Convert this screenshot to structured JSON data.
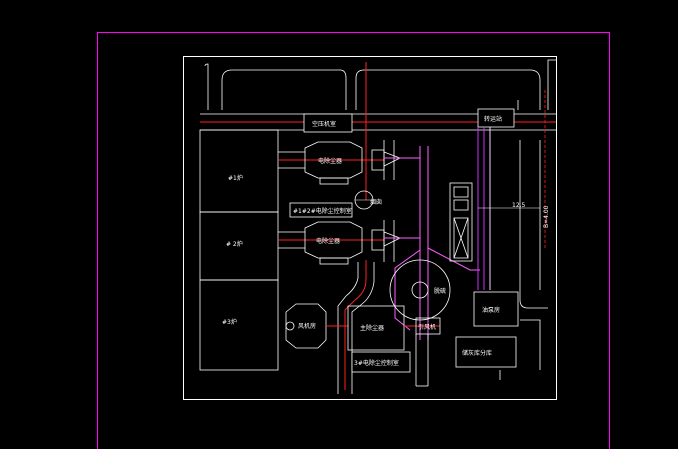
{
  "colors": {
    "background": "#000000",
    "sheet_border": "#ff00ff",
    "frame": "#ffffff",
    "duct_red": "#ff2020",
    "duct_pink": "#ff60ff",
    "duct_magenta": "#cc33ff",
    "line_white": "#ffffff"
  },
  "labels": {
    "compressor_room": "空压机室",
    "transfer_station": "转运站",
    "boiler_1": "#1炉",
    "boiler_2": "# 2炉",
    "boiler_3": "#3炉",
    "esp_1": "电除尘器",
    "esp_2": "电除尘器",
    "esp_control_room_12": "#1#2#电除尘控制室",
    "chimney": "烟囱",
    "desulfurization": "脱硫",
    "main_dust_collector": "主除尘器",
    "esp_control_room_3": "3#电除尘控制室",
    "induced_fan": "引风机",
    "fan_room": "风机房",
    "pump_house": "油泵房",
    "ash_storage": "储灰库分库",
    "slope": "12.5",
    "road_width": "B=4.00"
  }
}
